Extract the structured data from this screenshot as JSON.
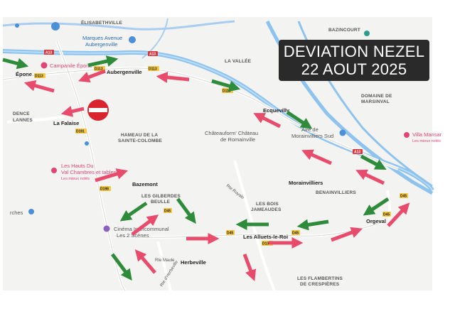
{
  "banner": {
    "line1": "DEVIATION NEZEL",
    "line2": "22 AOUT 2025"
  },
  "places": {
    "elisabethville": "ÉLISABETHVILLE",
    "bazincourt": "BAZINCOURT",
    "la_vallee": "LA VALLÉE",
    "epone": "Épone",
    "aubergenville": "Aubergenville",
    "ecquevilly": "Ecquevilly",
    "la_falaise": "La Falaise",
    "hameau_1": "HAMEAU DE LA",
    "hameau_2": "SAINTE-COLOMBE",
    "dence_1": "DENCE",
    "dence_2": "LANNES",
    "domaine_1": "DOMAINE DE",
    "domaine_2": "MARSINVAL",
    "bazemont": "Bazemont",
    "gilberdes_1": "LES GILBERDES",
    "gilberdes_2": "BEULLE",
    "bois_1": "LES BOIS",
    "bois_2": "JAMEAUDES",
    "morainvilliers": "Morainvilliers",
    "benainvilliers": "BENAINVILLIERS",
    "orgeval": "Orgeval",
    "alluets": "Les Alluets-le-Roi",
    "herbeville": "Herbeville",
    "flambertins_1": "LES FLAMBERTINS",
    "flambertins_2": "DE CRESPIÈRES",
    "rte_royale": "Rte Royale",
    "rte_maule": "Rte Maule",
    "rte_herbeville": "Rte d'Herbeville",
    "ches": "rches"
  },
  "pois": {
    "marques_1": "Marques Avenue",
    "marques_2": "Aubergenville",
    "campanile": "Campanile Épone",
    "chateauform_1": "Châteauform' Château",
    "chateauform_2": "de Romainville",
    "aire_1": "Aire de",
    "aire_2": "Morainvilliers Sud",
    "villa_1": "Villa Mansar",
    "villa_2": "Les mieux notés",
    "hauts_1": "Les Hauts Du",
    "hauts_2": "Val Chambres et tables...",
    "hauts_3": "Les mieux notés",
    "cinema_1": "Cinéma Intercommunal",
    "cinema_2": "Les 2 Scènes"
  },
  "roads": {
    "a13_a": "A13",
    "a13_b": "A13",
    "a13_c": "A13",
    "d113_a": "D113",
    "d113_b": "D113",
    "d113_c": "D113",
    "d113_d": "D113",
    "d191": "D191",
    "d198": "D198",
    "d45_a": "D45",
    "d45_b": "D45",
    "d45_c": "D45",
    "d45_d": "D45",
    "d130": "D130",
    "d45_e": "D45"
  },
  "colors": {
    "detour_arrow": "#e74c6d",
    "closure_arrow": "#2e8b3a",
    "road_closed_sign": "#d9232e",
    "motorway": "#8ec3ee",
    "river": "#a9cdf0"
  }
}
